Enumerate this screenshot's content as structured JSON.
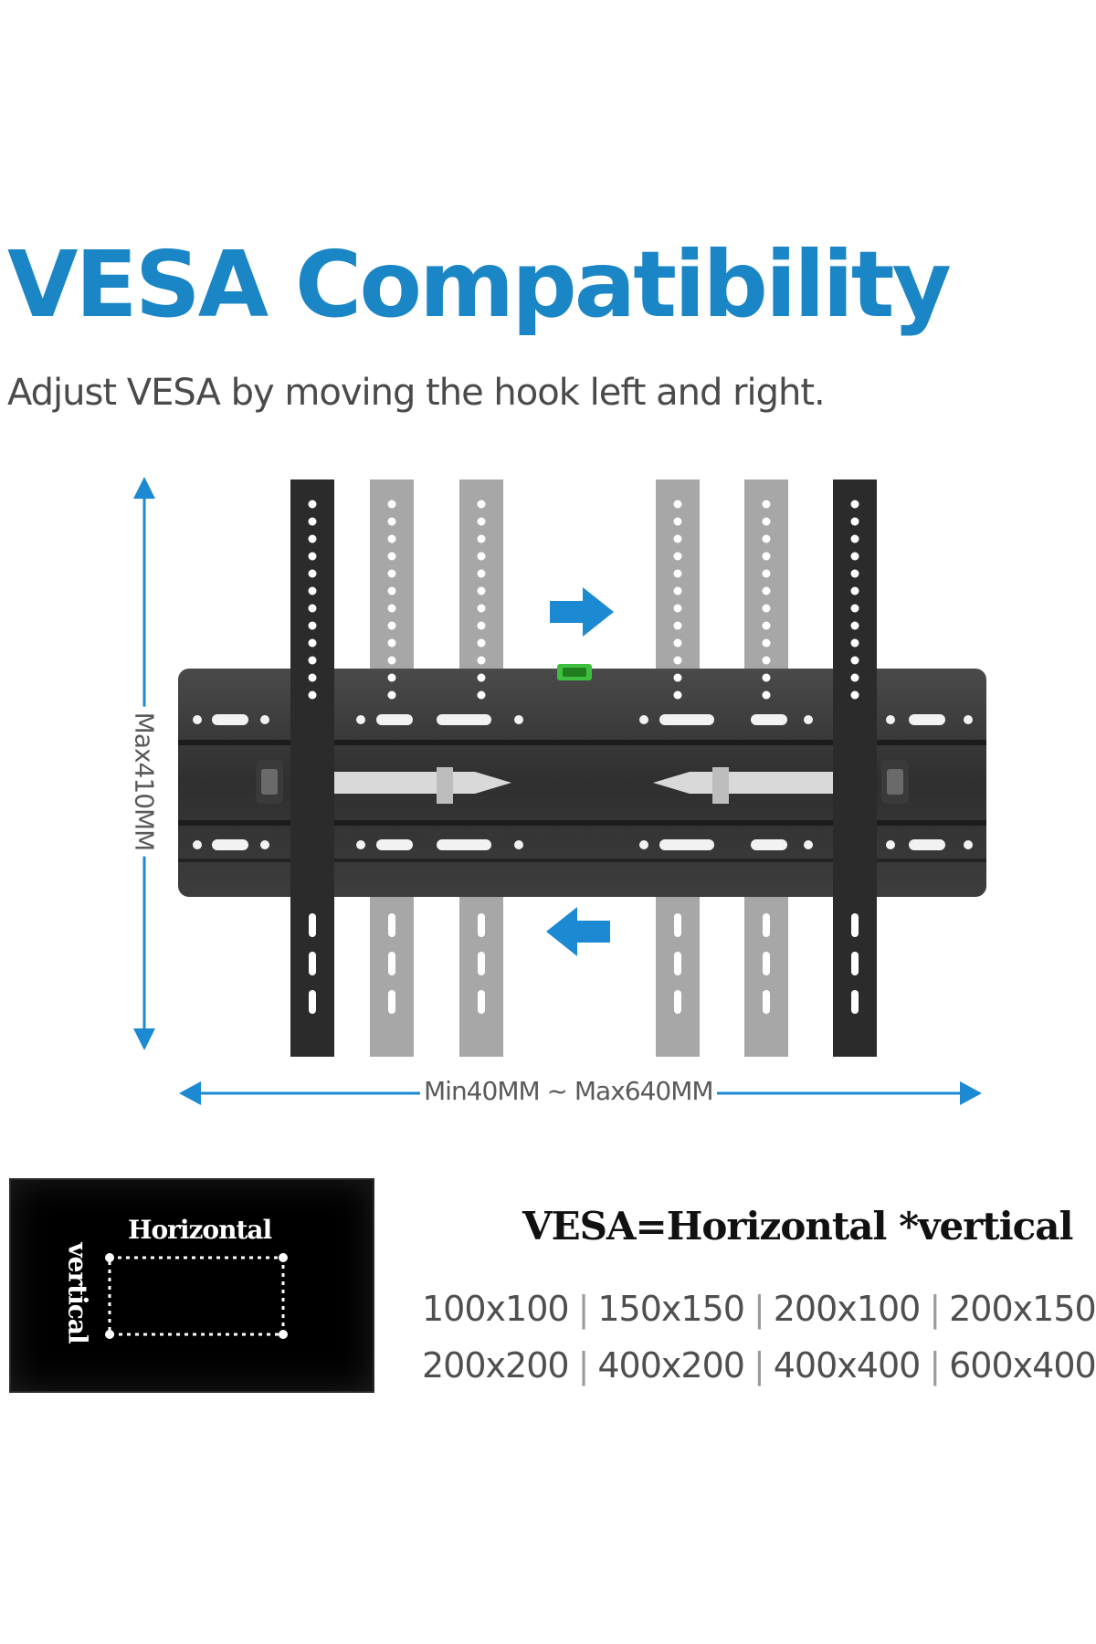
{
  "header": {
    "title": "VESA Compatibility",
    "subtitle": "Adjust VESA by moving the hook left and right."
  },
  "dimensions": {
    "vertical": "Max410MM",
    "horizontal": "Min40MM ~ Max640MM"
  },
  "icon_panel": {
    "horizontal_label": "Horizontal",
    "vertical_label": "vertical"
  },
  "formula": "VESA=Horizontal *vertical",
  "sizes": {
    "row1": [
      "100x100",
      "150x150",
      "200x100",
      "200x150"
    ],
    "row2": [
      "200x200",
      "400x200",
      "400x400",
      "600x400"
    ]
  },
  "colors": {
    "accent": "#1b86c6",
    "arrow": "#1b8ad3",
    "bracket_dark": "#2b2b2b",
    "bracket_light": "#a7a7a7",
    "level": "#3fbf3f"
  },
  "icons": [
    "arrow-right-icon",
    "arrow-left-icon",
    "bubble-level-icon",
    "dimension-arrow-icon"
  ]
}
